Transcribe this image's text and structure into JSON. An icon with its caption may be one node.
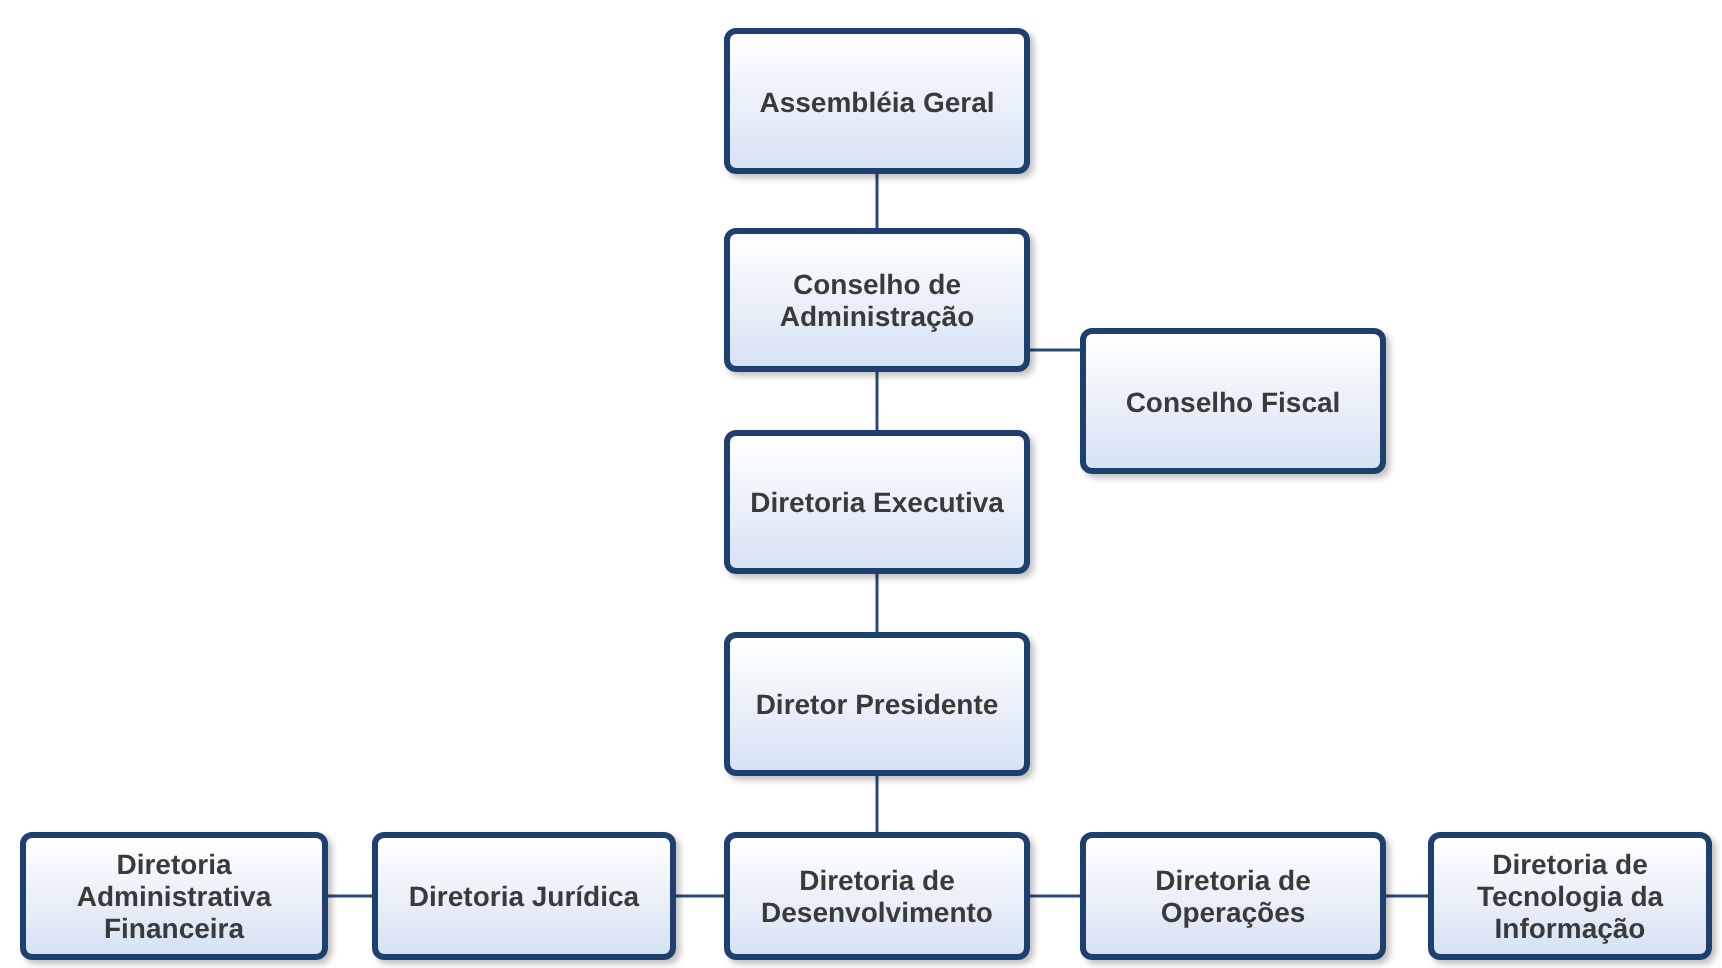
{
  "diagram": {
    "nodes": [
      {
        "text": [
          "Assembléia Geral"
        ]
      },
      {
        "text": [
          "Conselho de Administração"
        ]
      },
      {
        "text": [
          "Conselho Fiscal"
        ]
      },
      {
        "text": [
          "Diretoria Executiva"
        ]
      },
      {
        "text": [
          "Diretor Presidente"
        ]
      },
      {
        "text": [
          "Diretoria Administrativa Financeira"
        ]
      },
      {
        "text": [
          "Diretoria Jurídica"
        ]
      },
      {
        "text": [
          "Diretoria de Desenvolvimento"
        ]
      },
      {
        "text": [
          "Diretoria de Operações"
        ]
      },
      {
        "text": [
          "Diretoria de Tecnologia da Informação"
        ]
      }
    ],
    "edges": [
      {
        "from": 0,
        "to": 1,
        "arrow": "none"
      },
      {
        "from": 1,
        "to": 3,
        "arrow": "none"
      },
      {
        "from": 1,
        "to": 2,
        "arrow": "none"
      },
      {
        "from": 3,
        "to": 4,
        "arrow": "none"
      },
      {
        "from": 4,
        "to": 7,
        "arrow": "none"
      },
      {
        "from": 5,
        "to": 6,
        "arrow": "none"
      },
      {
        "from": 6,
        "to": 7,
        "arrow": "none"
      },
      {
        "from": 7,
        "to": 8,
        "arrow": "none"
      },
      {
        "from": 8,
        "to": 9,
        "arrow": "none"
      }
    ]
  }
}
